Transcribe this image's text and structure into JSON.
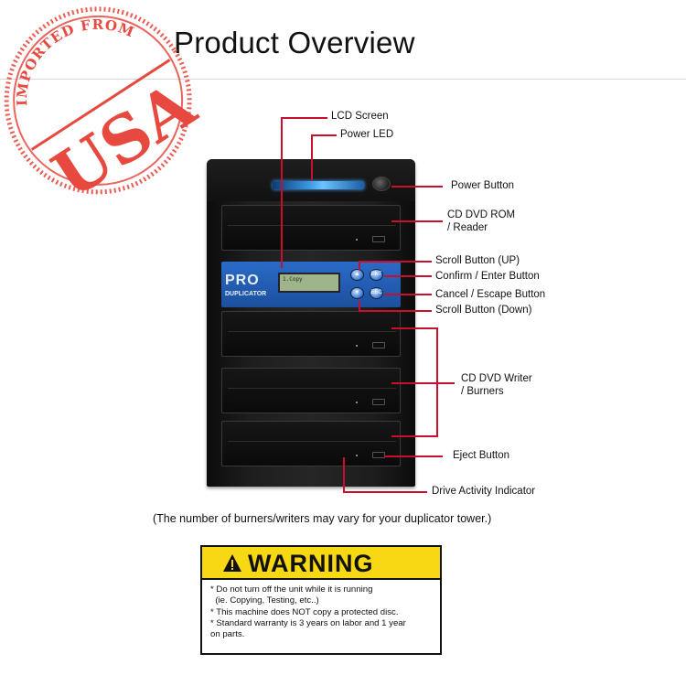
{
  "title": "Product Overview",
  "stamp": {
    "arc_text": "IMPORTED FROM",
    "word": "USA",
    "color": "#e8493f"
  },
  "device": {
    "brand": "PRO",
    "sub": "DUPLICATOR",
    "lcd_text": "1.Copy",
    "btn_up": "▲",
    "btn_enter": "ENT",
    "btn_down": "▼",
    "btn_esc": "ESC"
  },
  "callouts": {
    "lcd_screen": "LCD Screen",
    "power_led": "Power LED",
    "power_button": "Power Button",
    "cd_rom_1": "CD DVD ROM",
    "cd_rom_2": "/ Reader",
    "scroll_up": "Scroll Button (UP)",
    "confirm": "Confirm / Enter Button",
    "cancel": "Cancel / Escape Button",
    "scroll_down": "Scroll Button (Down)",
    "writer_1": "CD DVD Writer",
    "writer_2": "/ Burners",
    "eject": "Eject Button",
    "activity": "Drive Activity Indicator"
  },
  "note": "(The number of burners/writers may vary for your duplicator tower.)",
  "warning": {
    "heading": "WARNING",
    "lines": [
      "* Do not turn off the unit while it is running",
      "  (ie. Copying, Testing, etc..)",
      "* This machine does NOT copy a protected disc.",
      "* Standard warranty is 3 years on labor and 1 year",
      "on parts."
    ]
  },
  "colors": {
    "callout_line": "#c8102e",
    "warning_yellow": "#f6d813",
    "panel_blue": "#2a6bc7"
  }
}
